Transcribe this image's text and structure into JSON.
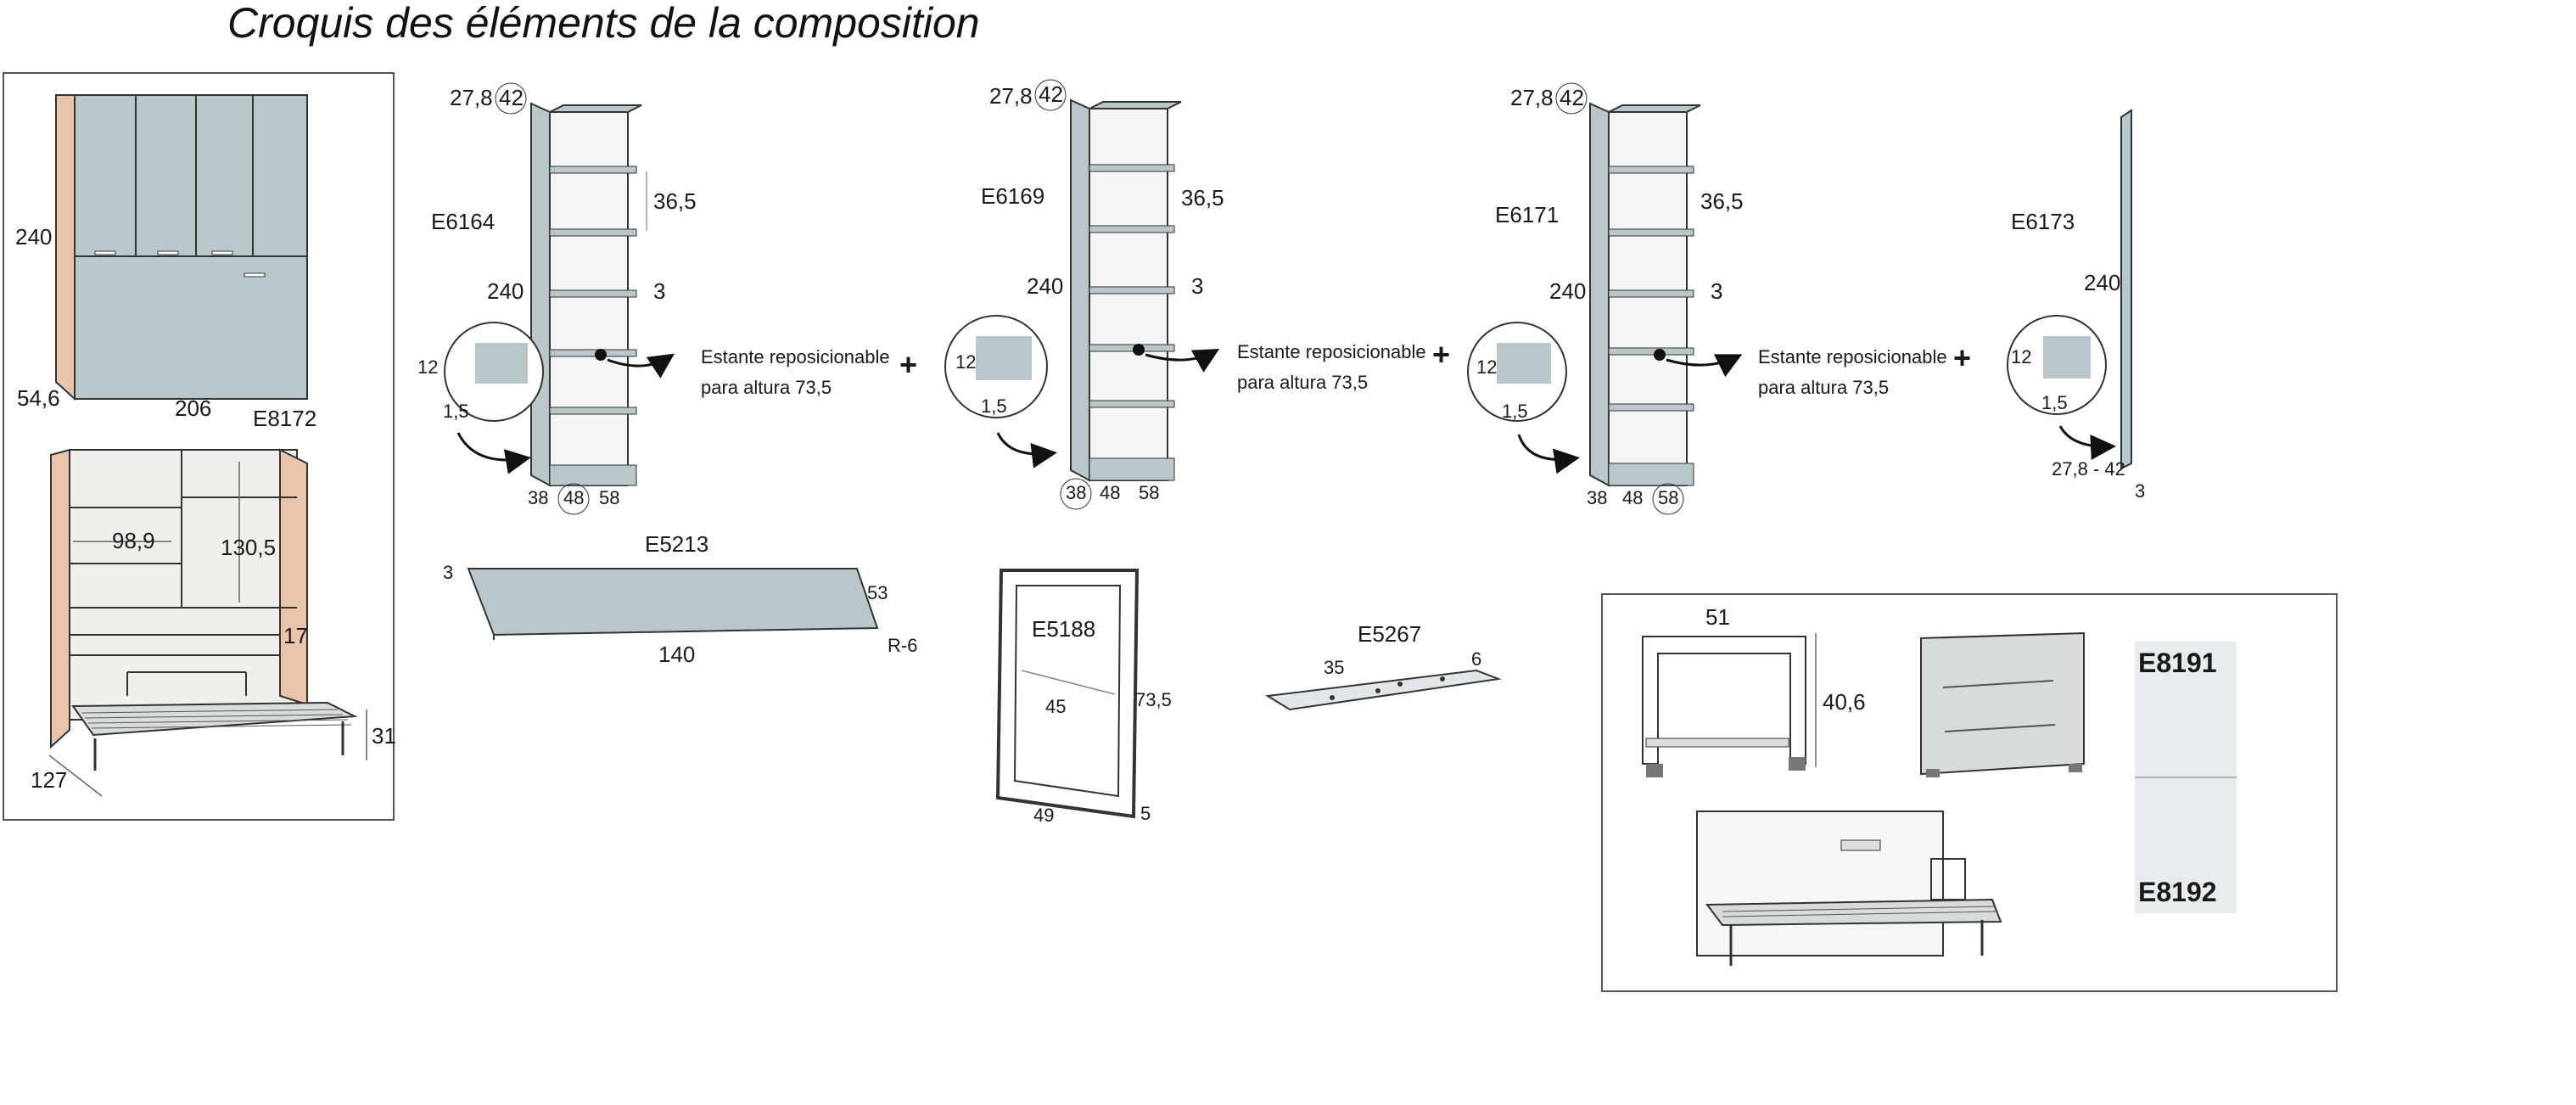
{
  "title": "Croquis des éléments de la composition",
  "colors": {
    "panel": "#b9c7cb",
    "wood": "#e9c3aa",
    "line": "#333333",
    "box": "#e7ecee"
  },
  "bed_unit": {
    "code": "E8172",
    "height": "240",
    "depth": "54,6",
    "width": "206",
    "inner_width": "98,9",
    "inner_height": "130,5",
    "gap": "17",
    "leg_height": "31",
    "length": "127"
  },
  "shelves": [
    {
      "code": "E6164",
      "depth_top": "27,8",
      "depth_top_circled": "42",
      "spacing": "36,5",
      "height": "240",
      "thickness": "3",
      "slot_height": "12",
      "slot_width": "1,5",
      "note_line1": "Estante reposicionable",
      "note_line2": "para altura 73,5",
      "w1": "38",
      "w2": "48",
      "w3": "58"
    },
    {
      "code": "E6169",
      "depth_top": "27,8",
      "depth_top_circled": "42",
      "spacing": "36,5",
      "height": "240",
      "thickness": "3",
      "slot_height": "12",
      "slot_width": "1,5",
      "note_line1": "Estante reposicionable",
      "note_line2": "para altura 73,5",
      "w1": "38",
      "w2": "48",
      "w3": "58"
    },
    {
      "code": "E6171",
      "depth_top": "27,8",
      "depth_top_circled": "42",
      "spacing": "36,5",
      "height": "240",
      "thickness": "3",
      "slot_height": "12",
      "slot_width": "1,5",
      "note_line1": "Estante reposicionable",
      "note_line2": "para altura 73,5",
      "w1": "38",
      "w2": "48",
      "w3": "58"
    }
  ],
  "side_panel": {
    "code": "E6173",
    "height": "240",
    "slot_height": "12",
    "slot_width": "1,5",
    "depth": "27,8 - 42",
    "thickness": "3"
  },
  "separators": [
    "+",
    "+",
    "+"
  ],
  "desk_top": {
    "code": "E5213",
    "thickness": "3",
    "depth": "53",
    "length": "140",
    "radius": "R-6"
  },
  "frame": {
    "code": "E5188",
    "inner": "45",
    "height": "73,5",
    "width": "49",
    "thickness": "5"
  },
  "plate": {
    "code": "E5267",
    "length": "35",
    "width": "6"
  },
  "options": {
    "width": "51",
    "height": "40,6",
    "code_a": "E8191",
    "code_b": "E8192"
  }
}
